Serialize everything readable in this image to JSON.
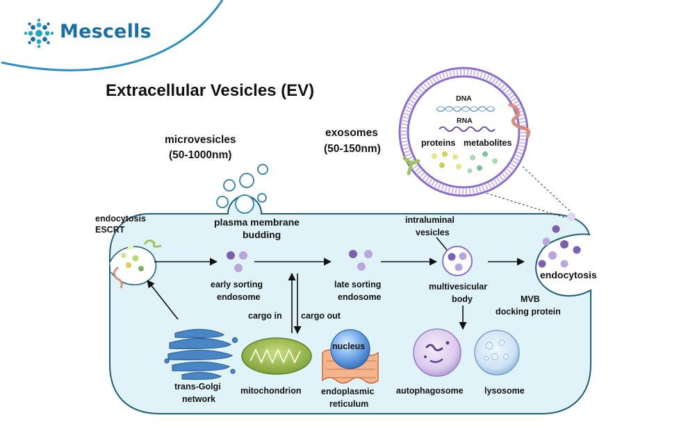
{
  "brand": {
    "name": "Mescells"
  },
  "title": "Extracellular Vesicles (EV)",
  "labels": {
    "microvesicles": "microvesicles",
    "microvesicles_size": "(50-1000nm)",
    "exosomes": "exosomes",
    "exosomes_size": "(50-150nm)",
    "endocytosis_escrt_1": "endocytosis",
    "endocytosis_escrt_2": "ESCRT",
    "plasma_membrane_1": "plasma membrane",
    "plasma_membrane_2": "budding",
    "early_sorting_1": "early sorting",
    "early_sorting_2": "endosome",
    "late_sorting_1": "late sorting",
    "late_sorting_2": "endosome",
    "intraluminal_1": "intraluminal",
    "intraluminal_2": "vesicles",
    "mvb_1": "multivesicular",
    "mvb_2": "body",
    "endocytosis": "endocytosis",
    "docking_1": "MVB",
    "docking_2": "docking protein",
    "cargo_in": "cargo in",
    "cargo_out": "cargo out",
    "nucleus": "nucleus",
    "golgi_1": "trans-Golgi",
    "golgi_2": "network",
    "mitochondrion": "mitochondrion",
    "er_1": "endoplasmic",
    "er_2": "reticulum",
    "autophagosome": "autophagosome",
    "lysosome": "lysosome"
  },
  "exosome_content": {
    "dna": "DNA",
    "rna": "RNA",
    "proteins": "proteins",
    "metabolites": "metabolites"
  },
  "colors": {
    "brand": "#1c6ea4",
    "cell_fill": "#dff3f8",
    "cell_stroke": "#1f5e7a",
    "vesicle_purple": "#7b5fb0",
    "vesicle_light": "#b9a6dc",
    "membrane_purple": "#8a6cc9",
    "microvesicle_blue": "#2a7fb0"
  }
}
